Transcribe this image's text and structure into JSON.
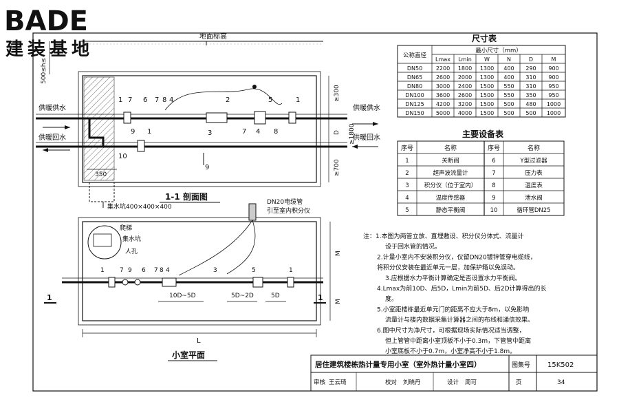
{
  "brand": {
    "top": "BADE",
    "bottom": "建装基地"
  },
  "section": {
    "title": "1-1 剖面图",
    "ground": "地面标高",
    "supply_left": "供暖供水",
    "return_left": "供暖回水",
    "supply_right": "供暖供水",
    "return_right": "供暖回水",
    "dim_500": "500≤h≤",
    "dim_300": "≥300",
    "dim_1800": "≥1800",
    "dim_D": "D",
    "dim_700": "≥700",
    "dim_350": "350",
    "pit": "集水坑400×400×400",
    "callouts_top": [
      "1",
      "7",
      "6",
      "7",
      "8",
      "4",
      "2",
      "5",
      "1"
    ],
    "callouts_mid": [
      "9",
      "1",
      "3",
      "7",
      "4",
      "8"
    ],
    "callout_bottom9": "9",
    "callout_10": "10"
  },
  "plan": {
    "title": "小室平面",
    "cable": [
      "DN20电缆管",
      "引至室内积分仪"
    ],
    "ladder": "爬梯",
    "pit": "集水坑",
    "manhole": "人孔",
    "callouts": [
      "1",
      "7",
      "9",
      "6",
      "7",
      "8",
      "4",
      "3",
      "5",
      "1"
    ],
    "dim_a": "10D~5D",
    "dim_b": "5D~2D",
    "dim_c": "5D",
    "dim_L": "L",
    "dim_M1": "M",
    "dim_M2": "M",
    "cut_left": "1",
    "cut_right": "1"
  },
  "size_table": {
    "title": "尺寸表",
    "col0": "公称直径",
    "group": "最小尺寸（mm）",
    "headers": [
      "Lmax",
      "Lmin",
      "W",
      "N",
      "D",
      "M"
    ],
    "rows": [
      [
        "DN50",
        "2200",
        "1800",
        "1300",
        "400",
        "290",
        "900"
      ],
      [
        "DN65",
        "2600",
        "2000",
        "1300",
        "400",
        "310",
        "900"
      ],
      [
        "DN80",
        "3000",
        "2400",
        "1500",
        "550",
        "310",
        "950"
      ],
      [
        "DN100",
        "3600",
        "2600",
        "1500",
        "550",
        "350",
        "950"
      ],
      [
        "DN125",
        "4200",
        "3200",
        "1500",
        "500",
        "480",
        "1000"
      ],
      [
        "DN150",
        "5000",
        "4000",
        "1500",
        "500",
        "500",
        "1000"
      ]
    ]
  },
  "equip_table": {
    "title": "主要设备表",
    "headers": [
      "序号",
      "名称",
      "序号",
      "名称"
    ],
    "rows": [
      [
        "1",
        "关断阀",
        "6",
        "Y型过滤器"
      ],
      [
        "2",
        "超声波流量计",
        "7",
        "压力表"
      ],
      [
        "3",
        "积分仪（位于室内）",
        "8",
        "温度表"
      ],
      [
        "4",
        "温度传感器",
        "9",
        "泄水阀"
      ],
      [
        "5",
        "静态平衡阀",
        "10",
        "循环管DN25"
      ]
    ]
  },
  "notes": {
    "lines": [
      "注：1.本图为两管立放、直埋敷设、积分仪分体式、流量计",
      "设于回水管的情况。",
      "2.计量小室内不安装积分仪，仅留DN20镀锌管穿电缆线，",
      "将积分仪安装在最近单元一层，加保护箱以免误动。",
      "3.应根据水力平衡计算确定是否设置水力平衡阀。",
      "4.Lmax为前10D、后5D，Lmin为前5D、后2D计算得出的长",
      "度。",
      "5.小室距楼栋最近单元门的距离不应大于8m，以免影响",
      "流量计与楼内数据采集计算器之间的布线和通信效果。",
      "6.图中尺寸为净尺寸，可根据现场实际情况适当调整，",
      "但上管管中距离小室顶板不小于0.3m，下管管中距离",
      "小室底板不小于0.7m，小室净高不小于1.8m。"
    ]
  },
  "title_block": {
    "title": "居住建筑楼栋热计量专用小室（室外热计量小室四）",
    "atlas_label": "图集号",
    "atlas_no": "15K502",
    "review_label": "审核",
    "review_name": "王云琦",
    "check_label": "校对",
    "check_name": "刘晓丹",
    "design_label": "设计",
    "design_name": "周可",
    "page_label": "页",
    "page_no": "34"
  },
  "colors": {
    "ink": "#111111",
    "hatch": "#555555",
    "paper": "#ffffff"
  }
}
